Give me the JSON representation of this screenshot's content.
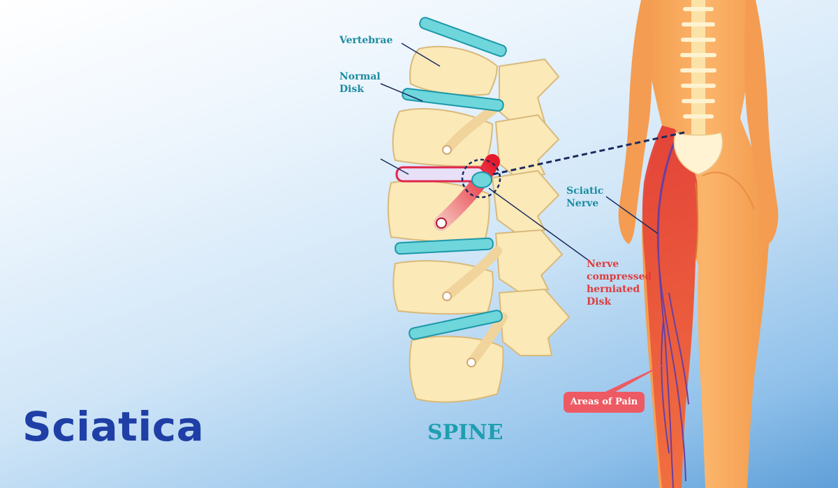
{
  "title": "Sciatica",
  "spine_caption": "SPINE",
  "labels": {
    "vertebrae": "Vertebrae",
    "normal_disk": "Normal\nDisk",
    "sciatic_nerve": "Sciatic\nNerve",
    "compressed_nerve": "Nerve\ncompressed\nherniated\nDisk",
    "areas_of_pain": "Areas of Pain"
  },
  "colors": {
    "title": "#1f3fa6",
    "teal_label": "#1c8ca0",
    "red_label": "#e03a3a",
    "disk": "#6fd6dc",
    "bone": "#fbe9b7",
    "skin": "#f7a35a",
    "pain": "#e8453c",
    "nerve": "#6a3fa0"
  }
}
